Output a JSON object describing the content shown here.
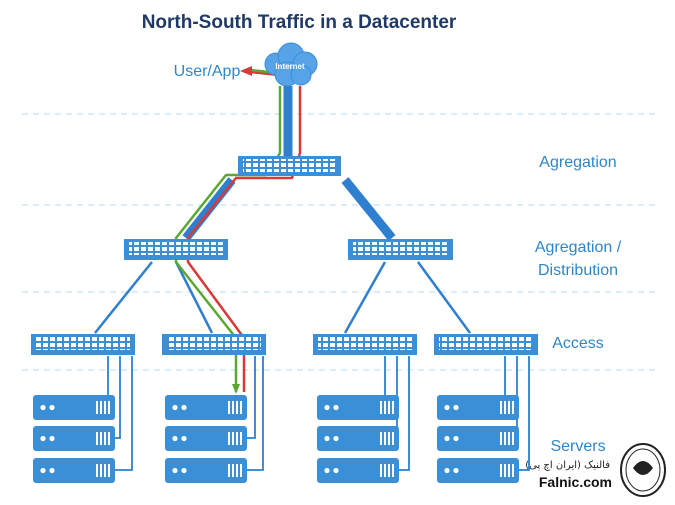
{
  "title": "North-South Traffic in a Datacenter",
  "labels": {
    "user_app": "User/App",
    "internet": "Internet",
    "agregation": "Agregation",
    "agregation_distribution_line1": "Agregation /",
    "agregation_distribution_line2": "Distribution",
    "access": "Access",
    "servers": "Servers"
  },
  "watermark": {
    "brand_fa": "فالنیک (ایران اچ پی)",
    "brand_en": "Falnic.com"
  },
  "colors": {
    "device_blue": "#3a8fd6",
    "link_blue": "#2f7fd0",
    "label_blue": "#2e86c8",
    "title_navy": "#1f3a66",
    "green_path": "#5aa832",
    "red_path": "#d83a3a",
    "cloud": "#56a3e8",
    "dash_line": "#b8d8f0"
  }
}
